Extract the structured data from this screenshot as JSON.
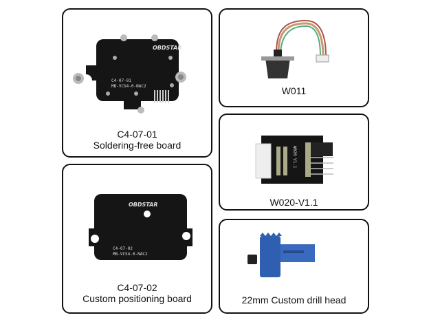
{
  "products": [
    {
      "code": "C4-07-01",
      "name": "Soldering-free board",
      "board_text": [
        "C4-07-01",
        "MB-VCS4-0-NAC2"
      ],
      "logo": "OBDSTAR"
    },
    {
      "code": "C4-07-02",
      "name": "Custom positioning board",
      "board_text": [
        "C4-07-02",
        "MB-VCS4-0-NAC2"
      ],
      "logo": "OBDSTAR"
    },
    {
      "code": "W011"
    },
    {
      "code": "W020-V1.1",
      "board_text": "W020 V1.1"
    },
    {
      "name": "22mm Custom drill head"
    }
  ],
  "colors": {
    "border": "#111111",
    "board": "#151515",
    "drill": "#2f5fb0"
  }
}
